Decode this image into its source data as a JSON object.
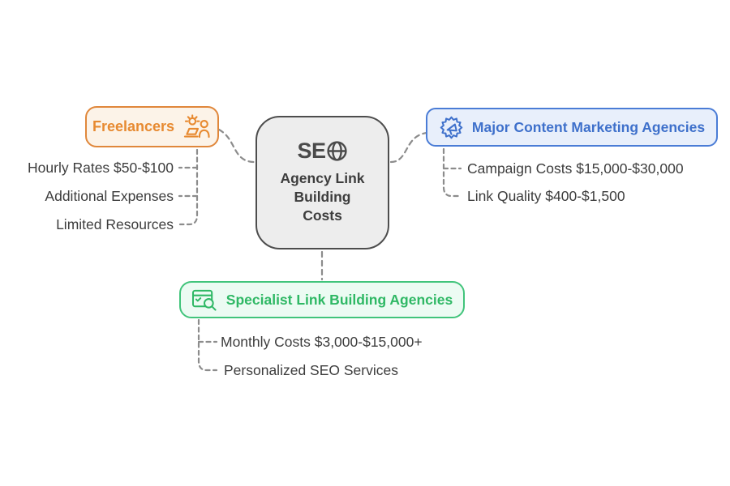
{
  "center_node": {
    "logo_text": "SE",
    "logo_icon": "globe-icon",
    "title_lines": [
      "Agency Link",
      "Building",
      "Costs"
    ],
    "fill": "#EDEDED",
    "border_color": "#4D4D4D",
    "text_color": "#3D3D3D"
  },
  "freelancers": {
    "label": "Freelancers",
    "icon": "freelancer-sun-laptop-icon",
    "border_color": "#E0873B",
    "fill": "#FCF3E8",
    "text_color": "#E78A31",
    "items": [
      "Hourly Rates $50-$100",
      "Additional Expenses",
      "Limited Resources"
    ]
  },
  "major_agencies": {
    "label": "Major Content Marketing Agencies",
    "icon": "badge-megaphone-icon",
    "border_color": "#4A7CD6",
    "fill": "#E8EFFB",
    "text_color": "#3E70CB",
    "items": [
      "Campaign Costs $15,000-$30,000",
      "Link Quality $400-$1,500"
    ]
  },
  "specialist_agencies": {
    "label": "Specialist Link Building Agencies",
    "icon": "browser-search-icon",
    "border_color": "#41C47B",
    "fill": "#ECFBF3",
    "text_color": "#2FB865",
    "items": [
      "Monthly Costs $3,000-$15,000+",
      "Personalized SEO Services"
    ]
  },
  "connector_color": "#8C8C8C",
  "leaf_text_color": "#3D3D3D",
  "background": "#FFFFFF"
}
